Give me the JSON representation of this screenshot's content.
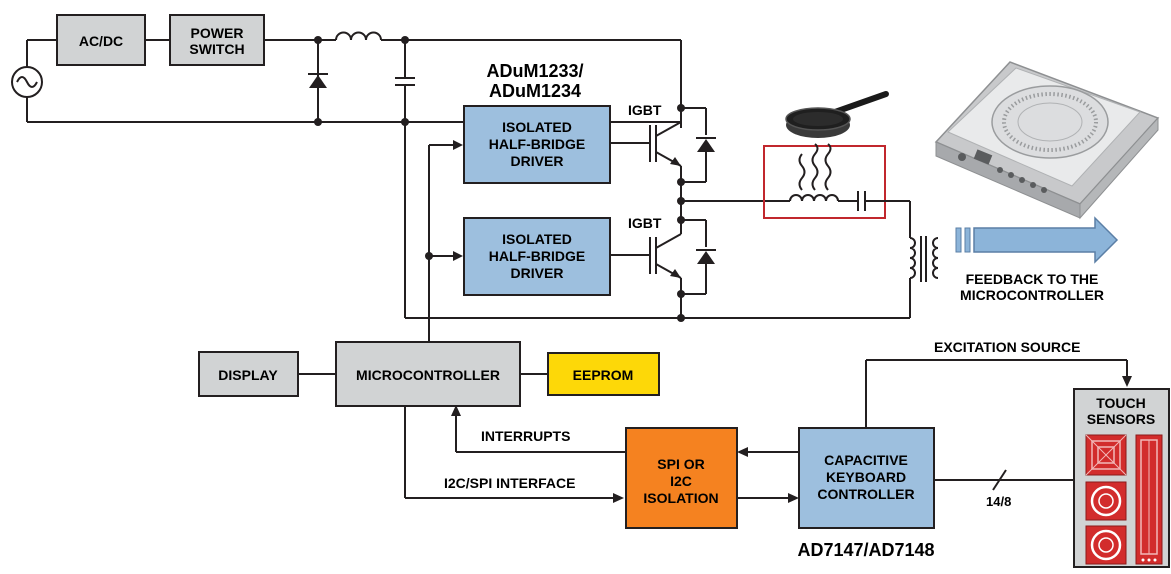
{
  "colors": {
    "wire": "#231f20",
    "block_gray": "#d1d3d4",
    "block_blue": "#9dbfde",
    "eeprom_yellow": "#fdd808",
    "isolation_orange": "#f58220",
    "coil_frame": "#c1272d",
    "arrow_blue": "#8cb4d9",
    "sensor_red": "#d22c2c"
  },
  "blocks": {
    "acdc": "AC/DC",
    "power_switch": [
      "POWER",
      "SWITCH"
    ],
    "driver_top": [
      "ISOLATED",
      "HALF-BRIDGE",
      "DRIVER"
    ],
    "driver_bottom": [
      "ISOLATED",
      "HALF-BRIDGE",
      "DRIVER"
    ],
    "display": "DISPLAY",
    "microcontroller": "MICROCONTROLLER",
    "eeprom": "EEPROM",
    "isolation": [
      "SPI OR",
      "I2C",
      "ISOLATION"
    ],
    "keyboard_controller": [
      "CAPACITIVE",
      "KEYBOARD",
      "CONTROLLER"
    ],
    "touch_sensors": [
      "TOUCH",
      "SENSORS"
    ]
  },
  "labels": {
    "driver_part": [
      "ADuM1233/",
      "ADuM1234"
    ],
    "igbt_top": "IGBT",
    "igbt_bottom": "IGBT",
    "feedback": [
      "FEEDBACK TO THE",
      "MICROCONTROLLER"
    ],
    "excitation": "EXCITATION SOURCE",
    "interrupts": "INTERRUPTS",
    "interface": "I2C/SPI INTERFACE",
    "bus_width": "14/8",
    "controller_part": "AD7147/AD7148"
  },
  "icons": [
    "ac-source-icon",
    "diode-icon",
    "inductor-icon",
    "capacitor-icon",
    "igbt-icon",
    "frying-pan-icon",
    "induction-cooktop-icon",
    "transformer-icon",
    "feedback-arrow-icon",
    "heat-waves-icon",
    "touch-sensor-pads-icon"
  ]
}
